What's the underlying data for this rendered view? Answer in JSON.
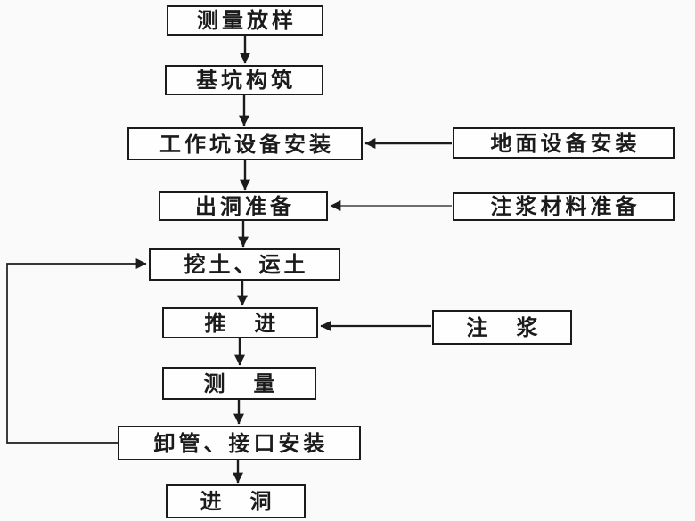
{
  "flowchart": {
    "colors": {
      "border": "#1b1b1b",
      "canvas": "#fafafa",
      "box_bg": "#fefefe",
      "line": "#1b1b1b",
      "text": "#1b1b1b"
    },
    "nodes": [
      {
        "id": "survey-layout",
        "label": "测量放样"
      },
      {
        "id": "pit-construction",
        "label": "基坑构筑"
      },
      {
        "id": "pit-equipment",
        "label": "工作坑设备安装"
      },
      {
        "id": "ground-equipment",
        "label": "地面设备安装"
      },
      {
        "id": "exit-hole-prep",
        "label": "出洞准备"
      },
      {
        "id": "grout-material-prep",
        "label": "注浆材料准备"
      },
      {
        "id": "excavate-haul-soil",
        "label": "挖土、运土"
      },
      {
        "id": "jacking",
        "label": "推　进"
      },
      {
        "id": "grouting",
        "label": "注　浆"
      },
      {
        "id": "measurement",
        "label": "测　量"
      },
      {
        "id": "pipe-unload-joint-install",
        "label": "卸管、接口安装"
      },
      {
        "id": "enter-hole",
        "label": "进　洞"
      }
    ]
  }
}
